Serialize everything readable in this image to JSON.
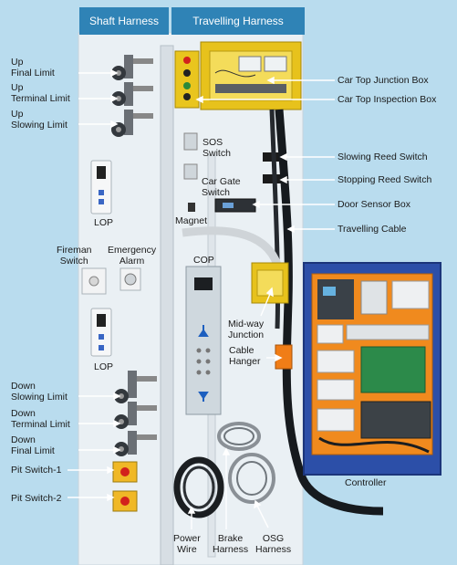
{
  "headers": {
    "shaft": "Shaft Harness",
    "travelling": "Travelling Harness"
  },
  "labels": {
    "up_final_1": "Up",
    "up_final_2": "Final Limit",
    "up_terminal_1": "Up",
    "up_terminal_2": "Terminal Limit",
    "up_slowing_1": "Up",
    "up_slowing_2": "Slowing Limit",
    "lop_top": "LOP",
    "fireman_1": "Fireman",
    "fireman_2": "Switch",
    "emergency_1": "Emergency",
    "emergency_2": "Alarm",
    "lop_bottom": "LOP",
    "down_slowing_1": "Down",
    "down_slowing_2": "Slowing Limit",
    "down_terminal_1": "Down",
    "down_terminal_2": "Terminal Limit",
    "down_final_1": "Down",
    "down_final_2": "Final Limit",
    "pit_switch_1": "Pit Switch-1",
    "pit_switch_2": "Pit Switch-2",
    "sos_1": "SOS",
    "sos_2": "Switch",
    "car_gate_1": "Car Gate",
    "car_gate_2": "Switch",
    "magnet": "Magnet",
    "cop": "COP",
    "midway_1": "Mid-way",
    "midway_2": "Junction",
    "cable_hanger_1": "Cable",
    "cable_hanger_2": "Hanger",
    "power_1": "Power",
    "power_2": "Wire",
    "brake_1": "Brake",
    "brake_2": "Harness",
    "osg_1": "OSG",
    "osg_2": "Harness",
    "car_top_junction": "Car Top Junction Box",
    "car_top_inspection": "Car Top Inspection Box",
    "slowing_reed": "Slowing Reed Switch",
    "stopping_reed": "Stopping Reed Switch",
    "door_sensor": "Door Sensor Box",
    "travelling_cable": "Travelling Cable",
    "controller": "Controller"
  },
  "colors": {
    "background": "#b9dcee",
    "header": "#2f83b6",
    "board": "#e8eef2",
    "junction_box": "#e7c21c",
    "controller_frame": "#2c4fa8",
    "controller_panel": "#f08a1e",
    "arrow": "#ffffff"
  }
}
